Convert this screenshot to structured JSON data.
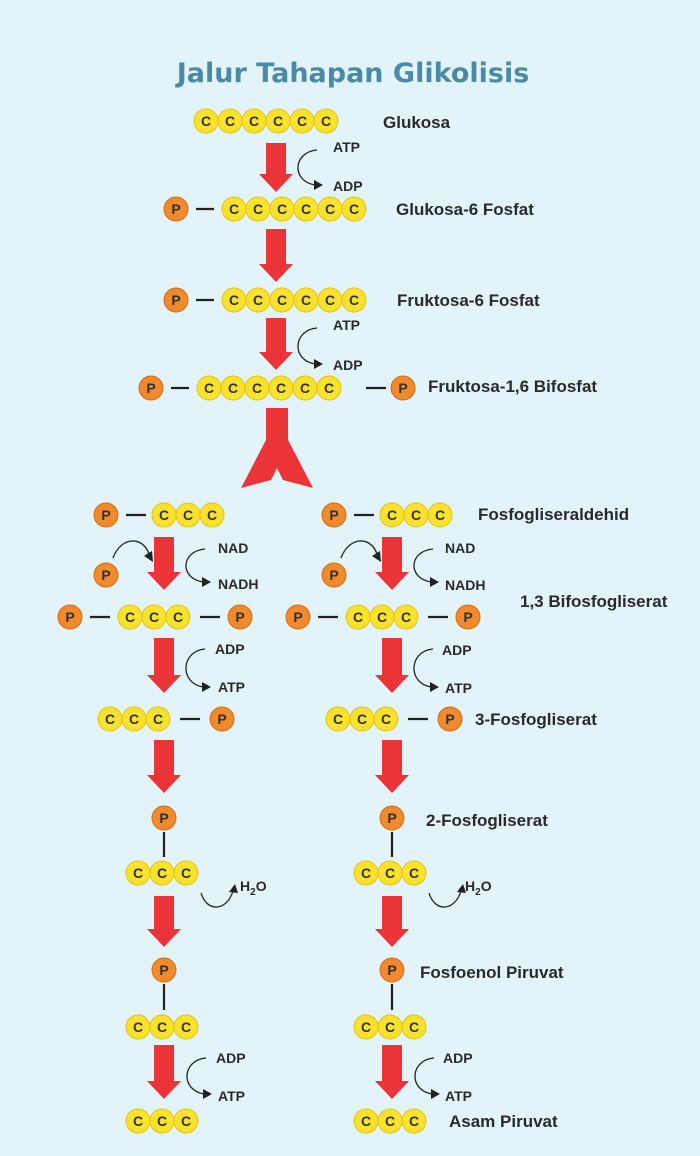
{
  "title": "Jalur Tahapan Glikolisis",
  "atoms": {
    "carbon": "C",
    "phosphate": "P"
  },
  "compounds": {
    "glukosa": "Glukosa",
    "glukosa_6_fosfat": "Glukosa-6 Fosfat",
    "fruktosa_6_fosfat": "Fruktosa-6 Fosfat",
    "fruktosa_1_6_bifosfat": "Fruktosa-1,6 Bifosfat",
    "fosfogliseraldehid": "Fosfogliseraldehid",
    "bifosfogliserat": "1,3 Bifosfogliserat",
    "fosfogliserat_3": "3-Fosfogliserat",
    "fosfogliserat_2": "2-Fosfogliserat",
    "fosfoenol_piruvat": "Fosfoenol Piruvat",
    "asam_piruvat": "Asam Piruvat"
  },
  "cofactors": {
    "atp": "ATP",
    "adp": "ADP",
    "nad": "NAD",
    "nadh": "NADH",
    "water": "H",
    "water_sub": "2",
    "water_o": "O"
  },
  "colors": {
    "background": "#e2f3fa",
    "title": "#4a8aa6",
    "carbon_atom": "#f9e22e",
    "phosphate_atom": "#f08a2d",
    "arrow": "#ea3438"
  }
}
